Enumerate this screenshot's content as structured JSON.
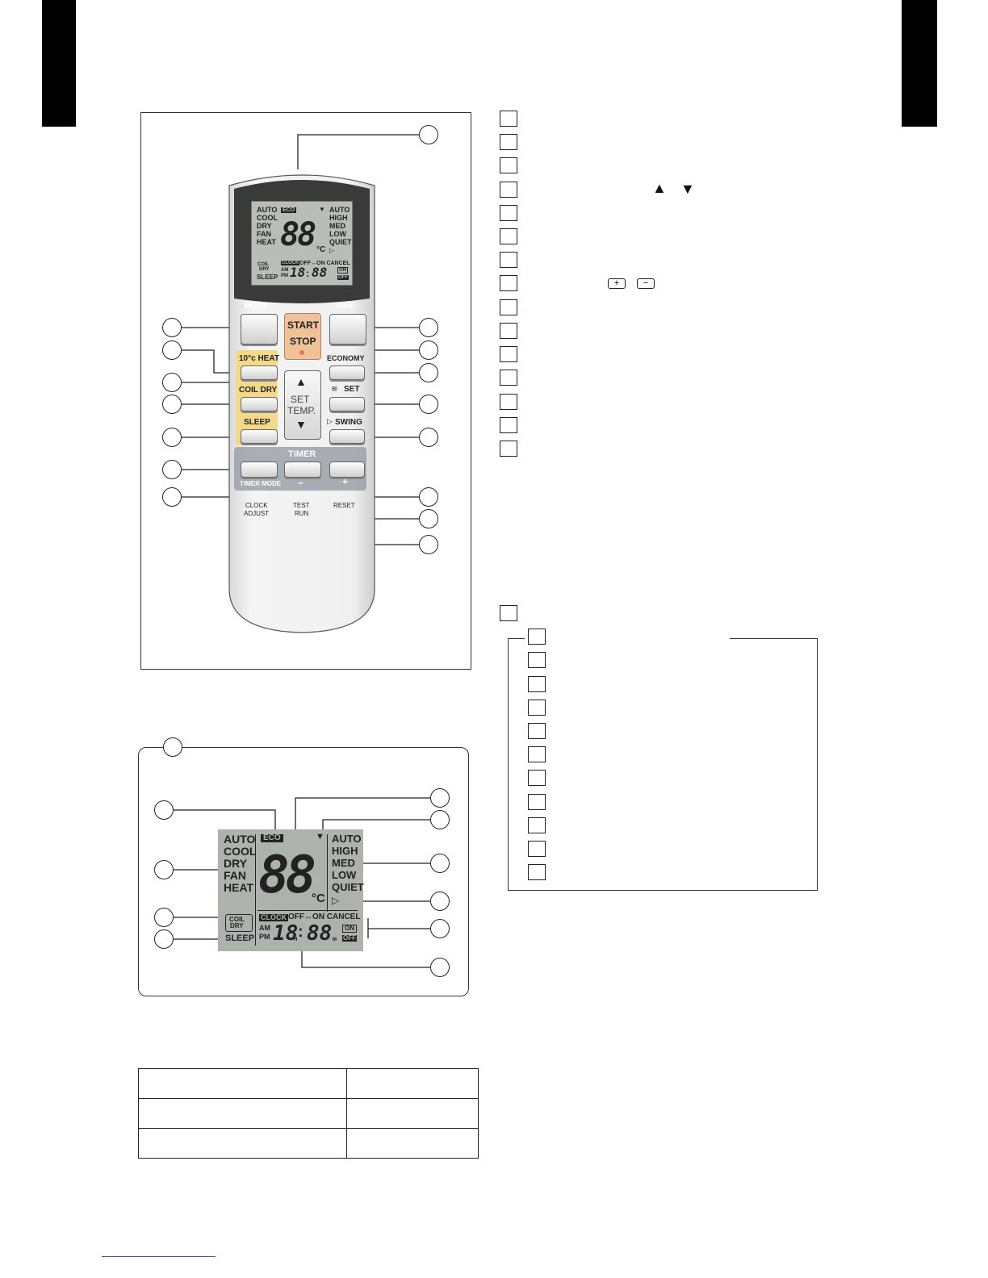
{
  "remote": {
    "lcd": {
      "modes": [
        "AUTO",
        "COOL",
        "DRY",
        "FAN",
        "HEAT"
      ],
      "eco": "ECO",
      "temp_digits": "88",
      "temp_unit": "°C",
      "fan_speeds": [
        "AUTO",
        "HIGH",
        "MED",
        "LOW",
        "QUIET"
      ],
      "coil": "COIL",
      "dry": "DRY",
      "sleep": "SLEEP",
      "clock": "CLOCK",
      "timer_text": "OFF↔ON CANCEL",
      "am": "AM",
      "pm": "PM",
      "time_h": "18",
      "time_m": "88",
      "h_suffix": "H",
      "m_suffix": "M",
      "on": "ON",
      "off": "OFF"
    },
    "buttons": {
      "mode": "MODE",
      "fan": "FAN",
      "start": "START",
      "stop": "STOP",
      "heat10": "10°c HEAT",
      "economy": "ECONOMY",
      "coil_dry": "COIL DRY",
      "set": "SET",
      "sleep": "SLEEP",
      "swing": "SWING",
      "set_temp_1": "SET",
      "set_temp_2": "TEMP.",
      "timer": "TIMER",
      "timer_mode": "TIMER MODE",
      "minus": "–",
      "plus": "+",
      "clock_adjust_1": "CLOCK",
      "clock_adjust_2": "ADJUST",
      "test_run_1": "TEST",
      "test_run_2": "RUN",
      "reset": "RESET"
    }
  }
}
